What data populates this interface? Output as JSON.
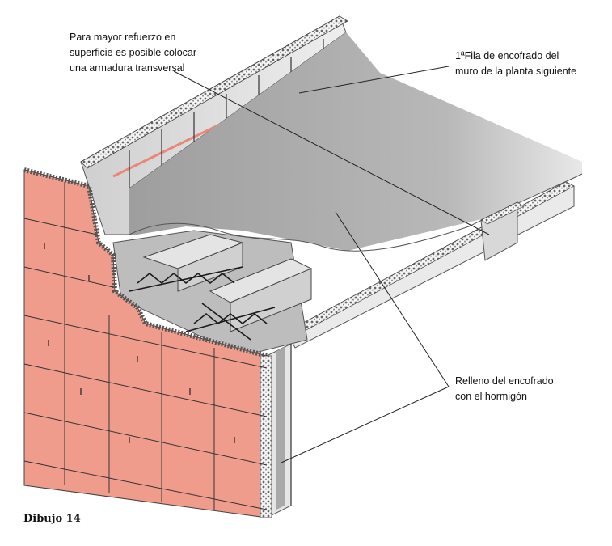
{
  "annotations": {
    "reinforcement": "Para mayor refuerzo en\nsuperficie es posible colocar\nuna armadura transversal",
    "first_row": "1ªFila de encofrado del\nmuro de la planta siguiente",
    "concrete_fill": "Relleno del encofrado\ncon el hormigón"
  },
  "caption": "Dibujo 14",
  "colors": {
    "brick": "#F09C8C",
    "concrete": "#A9A9A9",
    "formwork": "#E3E3E3",
    "rebar": "#1A1A1A",
    "accent_stripe": "#E88878"
  }
}
